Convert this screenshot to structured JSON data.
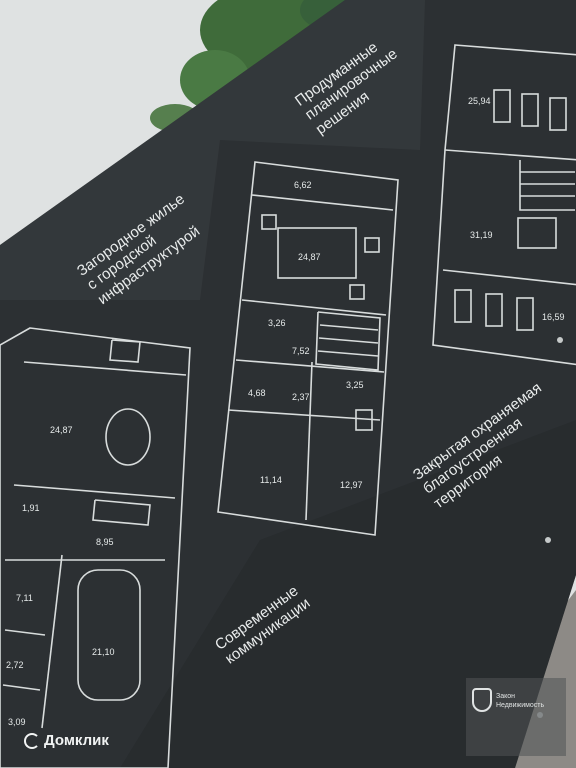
{
  "slogans": [
    "Продуманные\nпланировочные\nрешения",
    "Загородное жилье\nс городской\nинфраструктурой",
    "Закрытая охраняемая\nблагоустроенная\nтерритория",
    "Современные\nкоммуникации"
  ],
  "areas": {
    "top_plan": [
      "25,94",
      "31,19",
      "16,59"
    ],
    "middle_plan": [
      "6,62",
      "24,87",
      "3,26",
      "7,52",
      "4,68",
      "2,37",
      "3,25",
      "11,14",
      "12,97"
    ],
    "left_plan": [
      "24,87",
      "1,91",
      "8,95",
      "7,11",
      "21,10",
      "2,72",
      "3,09"
    ]
  },
  "watermark": {
    "logo_text": "Домклик",
    "badge_line1": "Закон",
    "badge_line2": "Недвижимость"
  },
  "colors": {
    "banner": "#2c3033",
    "plan_lines": "#d8dcdc",
    "sky": "#dfe2e2",
    "trees": "#3f6b3a",
    "ground": "#8d8a86"
  }
}
